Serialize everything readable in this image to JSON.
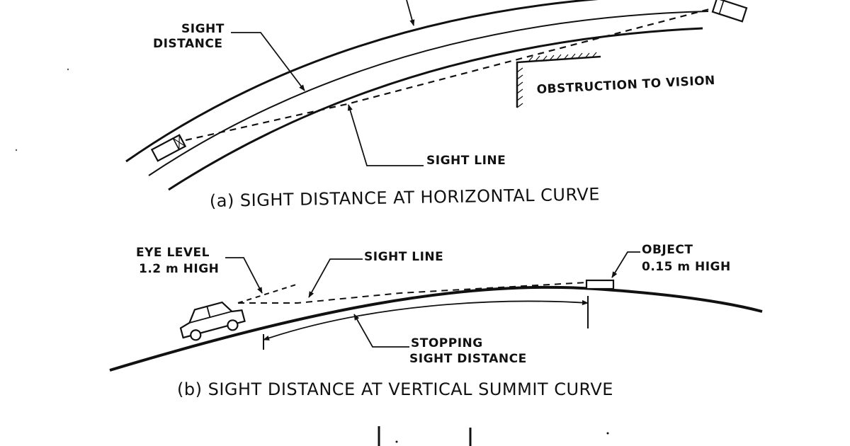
{
  "diagram_a": {
    "caption": "(a) SIGHT DISTANCE AT HORIZONTAL CURVE",
    "labels": {
      "sight_distance_line1": "SIGHT",
      "sight_distance_line2": "DISTANCE",
      "obstruction": "OBSTRUCTION TO VISION",
      "sight_line": "SIGHT LINE"
    }
  },
  "diagram_b": {
    "caption": "(b) SIGHT DISTANCE AT VERTICAL SUMMIT CURVE",
    "labels": {
      "eye_level_line1": "EYE LEVEL",
      "eye_level_line2": "1.2 m HIGH",
      "sight_line": "SIGHT LINE",
      "object_line1": "OBJECT",
      "object_line2": "0.15 m HIGH",
      "ssd_line1": "STOPPING",
      "ssd_line2": "SIGHT DISTANCE"
    }
  },
  "colors": {
    "ink": "#111111",
    "background": "#ffffff"
  }
}
